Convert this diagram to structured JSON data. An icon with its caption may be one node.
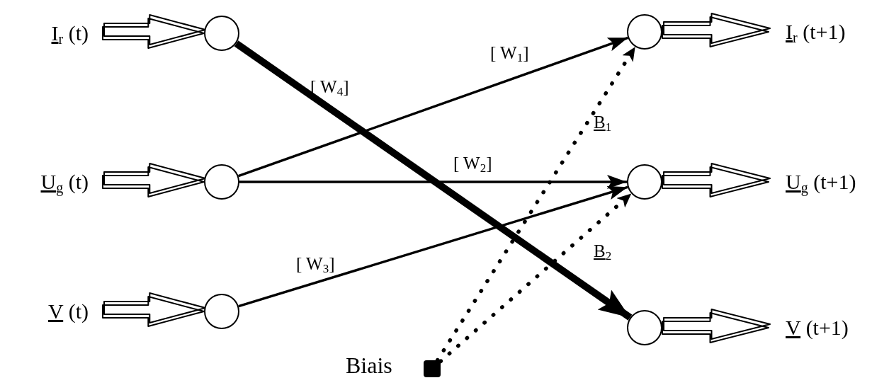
{
  "diagram": {
    "nodes": [
      {
        "text": [
          "I$_{r}$ (t)"
        ]
      },
      {
        "text": [
          "U$_{g}$ (t)"
        ]
      },
      {
        "text": [
          "V (t)"
        ]
      },
      {
        "text": [],
        "shape": "circle"
      },
      {
        "text": [],
        "shape": "circle"
      },
      {
        "text": [],
        "shape": "circle"
      },
      {
        "text": [],
        "shape": "circle"
      },
      {
        "text": [],
        "shape": "circle"
      },
      {
        "text": [],
        "shape": "circle"
      },
      {
        "text": [
          "I$_{r}$ (t+1)"
        ]
      },
      {
        "text": [
          "U$_{g}$ (t+1)"
        ]
      },
      {
        "text": [
          "V (t+1)"
        ]
      },
      {
        "text": [],
        "shape": "box",
        "beside": [
          "Biais"
        ]
      }
    ],
    "edges": [
      {
        "from": 0,
        "to": 3,
        "arrow": "to"
      },
      {
        "from": 1,
        "to": 4,
        "arrow": "to"
      },
      {
        "from": 2,
        "to": 5,
        "arrow": "to"
      },
      {
        "from": 3,
        "to": 8,
        "arrow": "to",
        "style": "thick",
        "label": "[ W$_{4}$]"
      },
      {
        "from": 4,
        "to": 6,
        "arrow": "to",
        "label": "[ W$_{1}$]"
      },
      {
        "from": 4,
        "to": 7,
        "arrow": "to",
        "label": "[ W$_{2}$]"
      },
      {
        "from": 5,
        "to": 7,
        "arrow": "to",
        "label": "[ W$_{3}$]"
      },
      {
        "from": 12,
        "to": 6,
        "arrow": "to",
        "style": "dashed",
        "label": "B$_{1}$"
      },
      {
        "from": 12,
        "to": 7,
        "arrow": "to",
        "style": "dashed",
        "label": "B$_{2}$"
      },
      {
        "from": 6,
        "to": 9,
        "arrow": "to"
      },
      {
        "from": 7,
        "to": 10,
        "arrow": "to"
      },
      {
        "from": 8,
        "to": 11,
        "arrow": "to"
      }
    ]
  }
}
